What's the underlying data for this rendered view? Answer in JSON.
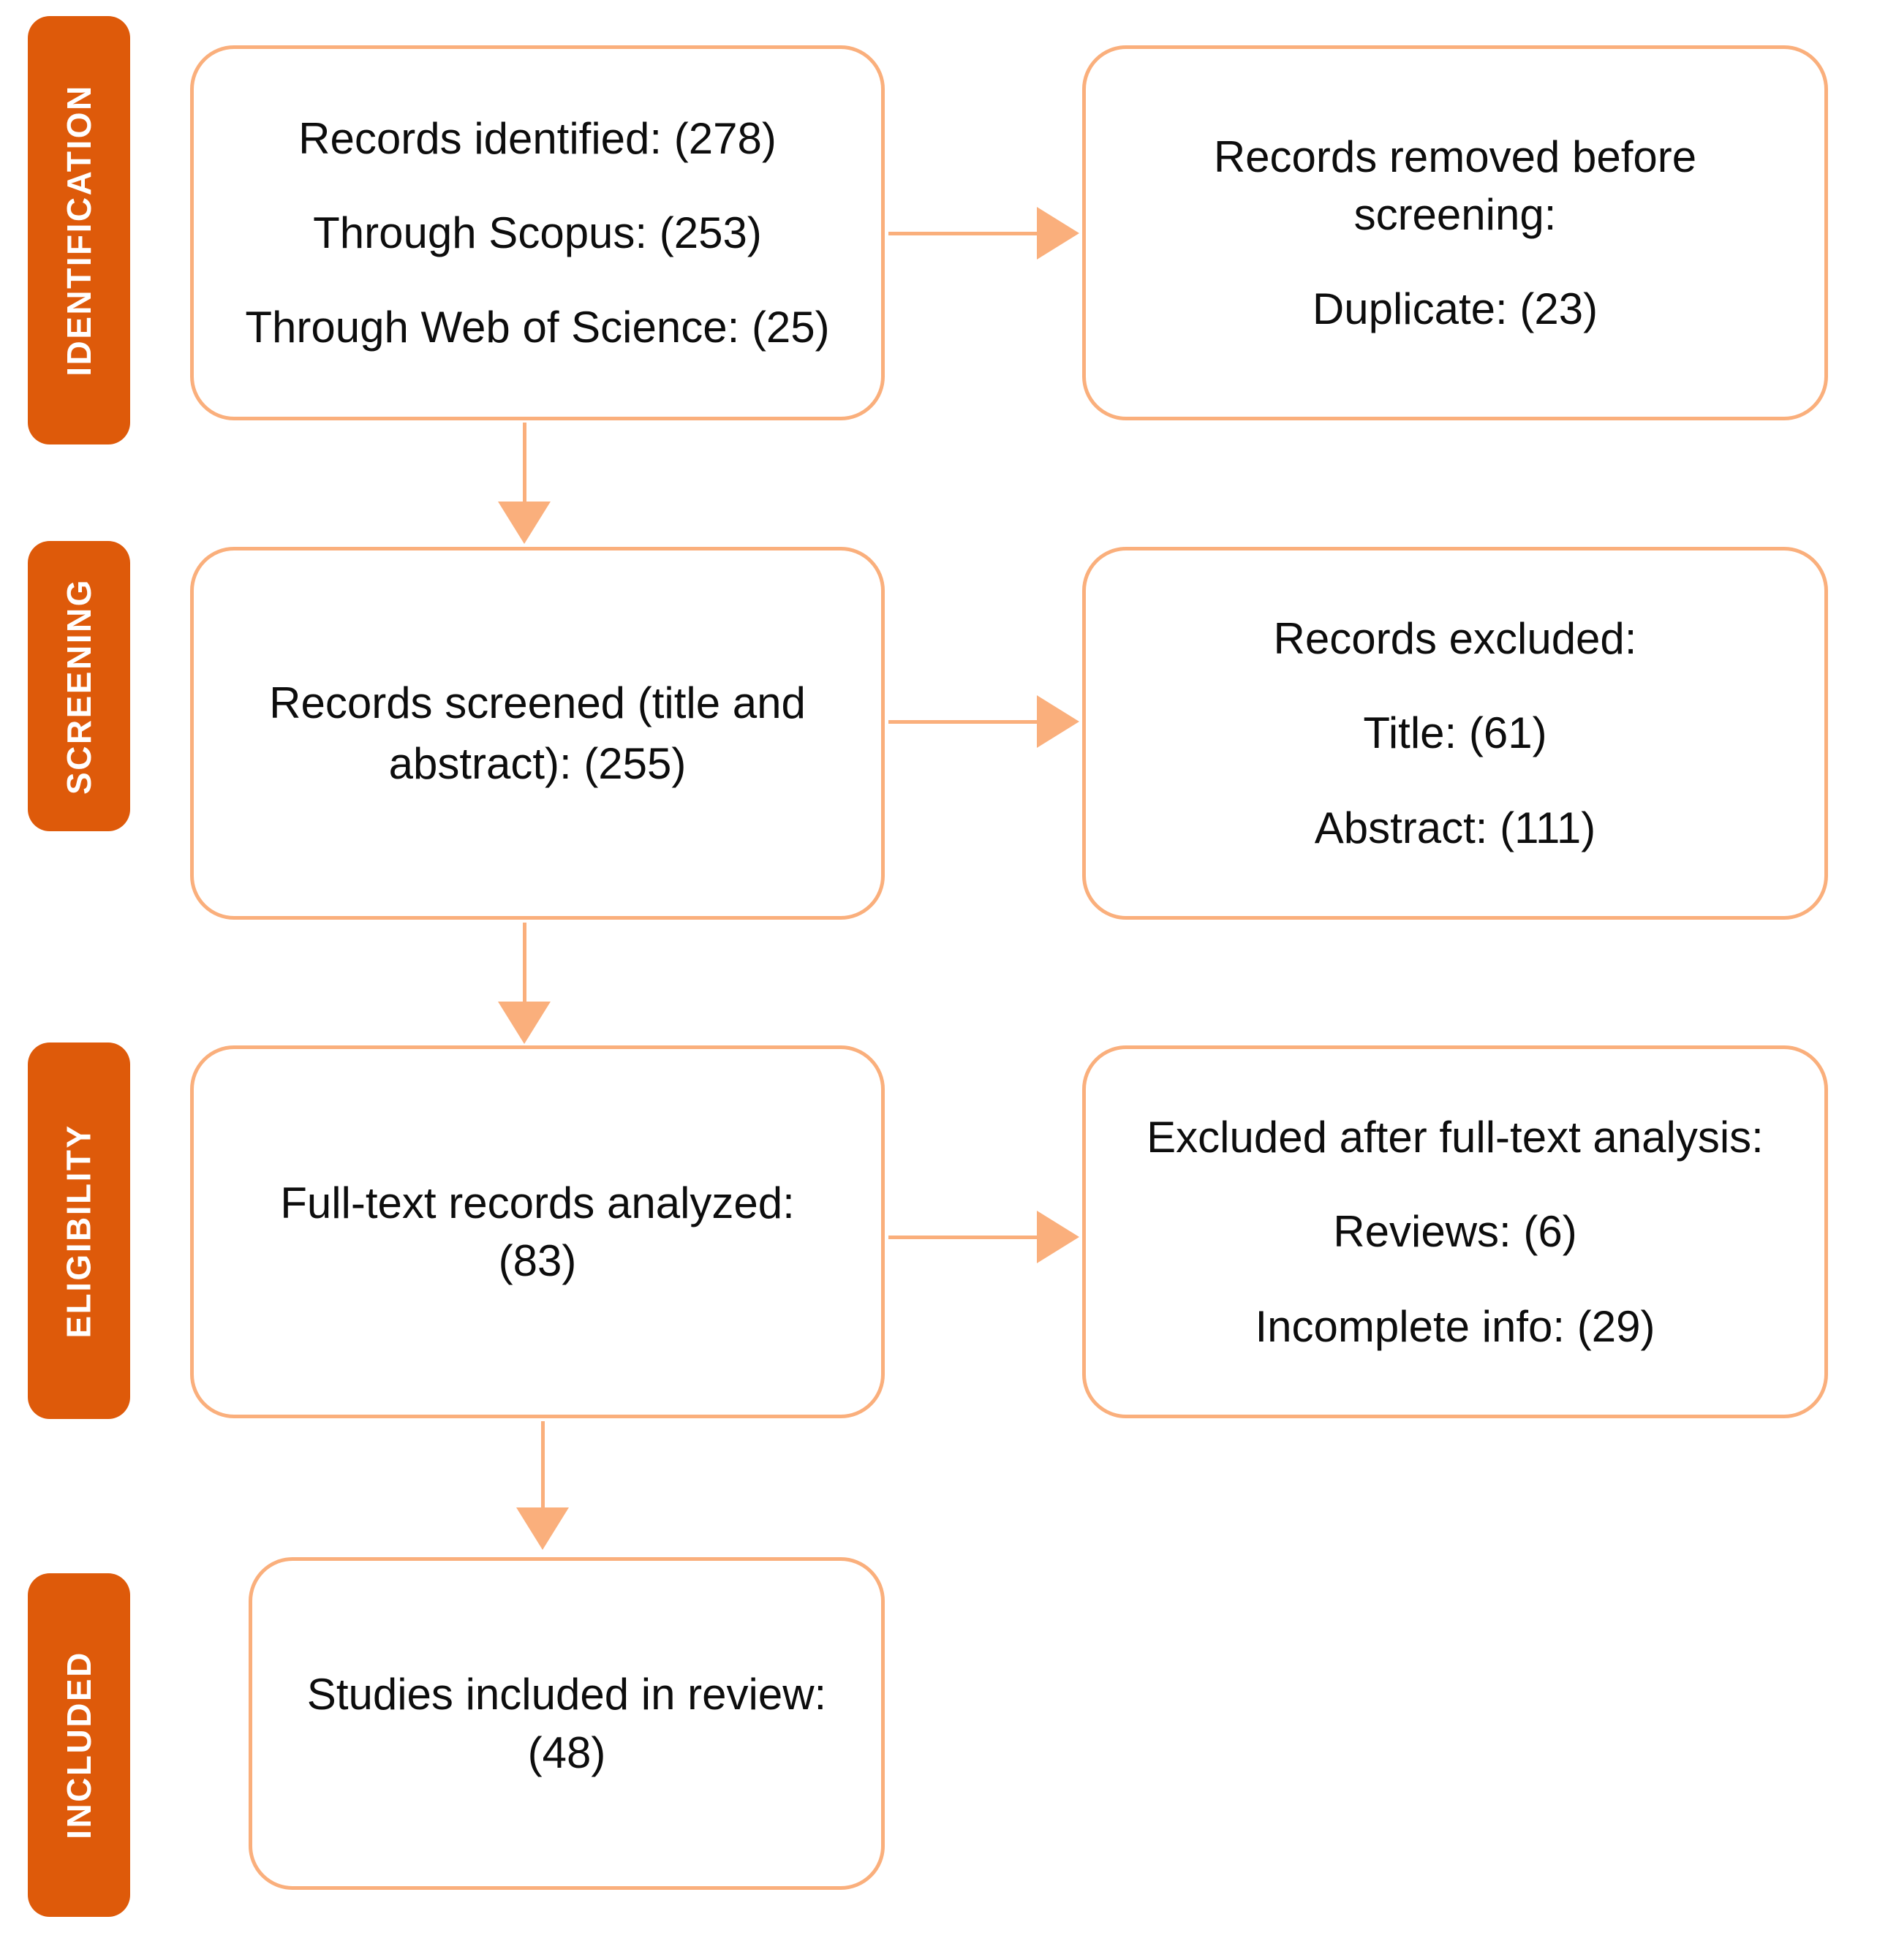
{
  "diagram": {
    "type": "prisma-flow-diagram",
    "accent_color": "#DE5A0A",
    "box_border_color": "#FAAF7C",
    "connector_color": "#FAAF7C",
    "text_color": "#0D0D0D"
  },
  "stages": [
    {
      "id": "identification",
      "label": "IDENTIFICATION"
    },
    {
      "id": "screening",
      "label": "SCREENING"
    },
    {
      "id": "eligibility",
      "label": "ELIGIBILITY"
    },
    {
      "id": "included",
      "label": "INCLUDED"
    }
  ],
  "boxes": {
    "identification_main": {
      "lines": [
        "Records identified: (278)",
        "Through Scopus: (253)",
        "Through Web of Science: (25)"
      ]
    },
    "identification_removed": {
      "lines": [
        "Records removed before",
        "screening:",
        "Duplicate: (23)"
      ]
    },
    "screening_main": {
      "lines": [
        "Records screened (title and",
        "abstract): (255)"
      ]
    },
    "screening_excluded": {
      "lines": [
        "Records excluded:",
        "Title: (61)",
        "Abstract: (111)"
      ]
    },
    "eligibility_main": {
      "lines": [
        "Full-text records analyzed:",
        "(83)"
      ]
    },
    "eligibility_excluded": {
      "lines": [
        "Excluded after full-text analysis:",
        "Reviews: (6)",
        "Incomplete info: (29)"
      ]
    },
    "included_main": {
      "lines": [
        "Studies included in review:",
        "(48)"
      ]
    }
  }
}
